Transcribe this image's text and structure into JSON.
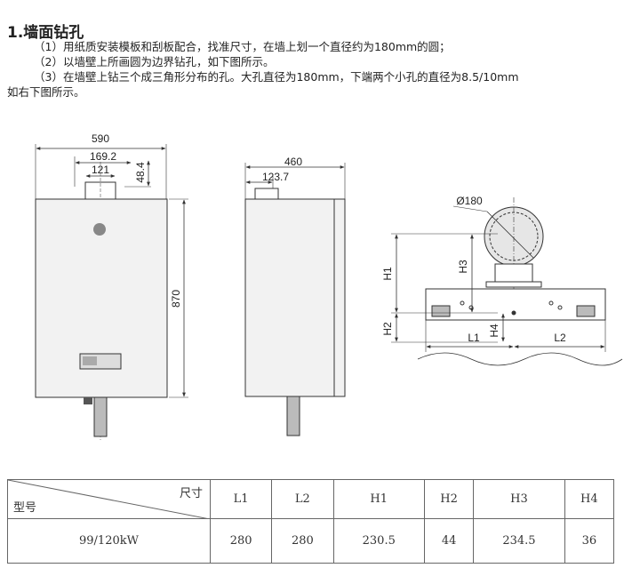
{
  "title": "1.墙面钻孔",
  "steps": [
    "（1）用纸质安装模板和刮板配合，找准尺寸，在墙上划一个直径约为180mm的圆；",
    "（2）以墙壁上所画圆为边界钻孔，如下图所示。",
    "（3）在墙壁上钻三个成三角形分布的孔。大孔直径为180mm，下端两个小孔的直径为8.5/10mm"
  ],
  "step3_continued": "如右下图所示。",
  "front_view": {
    "width": "590",
    "bracket_offset": "169.2",
    "bracket_width": "121",
    "bracket_height": "48.4",
    "height": "870"
  },
  "side_view": {
    "depth": "460",
    "bracket_depth": "123.7"
  },
  "hole_view": {
    "diameter": "Ø180",
    "labels": {
      "h1": "H1",
      "h2": "H2",
      "h3": "H3",
      "h4": "H4",
      "l1": "L1",
      "l2": "L2"
    }
  },
  "table": {
    "corner_top": "尺寸",
    "corner_bottom": "型号",
    "columns": [
      "L1",
      "L2",
      "H1",
      "H2",
      "H3",
      "H4"
    ],
    "rows": [
      {
        "model": "99/120kW",
        "values": [
          "280",
          "280",
          "230.5",
          "44",
          "234.5",
          "36"
        ]
      }
    ]
  },
  "colors": {
    "line": "#333333",
    "boiler_fill": "#f2f2f2",
    "text": "#222222"
  }
}
